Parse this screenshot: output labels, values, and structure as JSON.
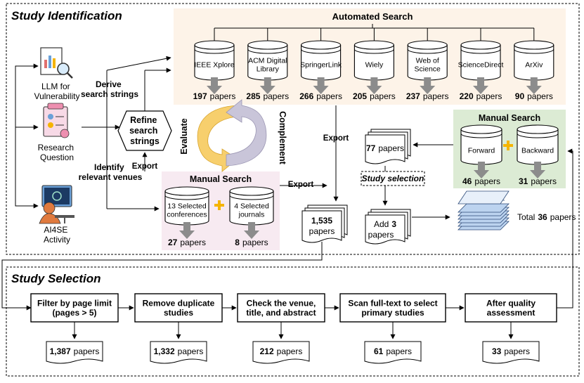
{
  "sections": {
    "identification": "Study Identification",
    "selection": "Study Selection"
  },
  "sources": [
    {
      "label": "LLM for Vulnerability"
    },
    {
      "label": "Research Question"
    },
    {
      "label": "AI4SE Activity"
    }
  ],
  "left_labels": {
    "derive": "Derive search strings",
    "identify": "Identify relevant venues"
  },
  "refine": {
    "label": "Refine search strings",
    "evaluate": "Evaluate",
    "complement": "Complement",
    "export": "Export"
  },
  "automated": {
    "title": "Automated Search",
    "databases": [
      {
        "name": "IEEE Xplore",
        "count": "197",
        "unit": "papers"
      },
      {
        "name": "ACM Digital Library",
        "count": "285",
        "unit": "papers"
      },
      {
        "name": "SpringerLink",
        "count": "266",
        "unit": "papers"
      },
      {
        "name": "Wiely",
        "count": "205",
        "unit": "papers"
      },
      {
        "name": "Web of Science",
        "count": "237",
        "unit": "papers"
      },
      {
        "name": "ScienceDirect",
        "count": "220",
        "unit": "papers"
      },
      {
        "name": "ArXiv",
        "count": "90",
        "unit": "papers"
      }
    ]
  },
  "manual_left": {
    "title": "Manual Search",
    "items": [
      {
        "name": "13 Selected conferences",
        "count": "27",
        "unit": "papers"
      },
      {
        "name": "4 Selected journals",
        "count": "8",
        "unit": "papers"
      }
    ]
  },
  "manual_right": {
    "title": "Manual Search",
    "items": [
      {
        "name": "Forward",
        "count": "46",
        "unit": "papers"
      },
      {
        "name": "Backward",
        "count": "31",
        "unit": "papers"
      }
    ]
  },
  "flow": {
    "export_a": "Export",
    "export_b": "Export",
    "pool_count": "1,535",
    "pool_unit": "papers",
    "snow_count": "77",
    "snow_unit": "papers",
    "study_selection": "Study selection",
    "add_prefix": "Add",
    "add_count": "3",
    "add_unit": "papers",
    "total_prefix": "Total",
    "total_count": "36",
    "total_unit": "papers"
  },
  "steps": [
    {
      "label": "Filter by page limit (pages > 5)",
      "count": "1,387",
      "unit": "papers"
    },
    {
      "label": "Remove duplicate studies",
      "count": "1,332",
      "unit": "papers"
    },
    {
      "label": "Check the venue, title, and abstract",
      "count": "212",
      "unit": "papers"
    },
    {
      "label": "Scan full-text to select primary studies",
      "count": "61",
      "unit": "papers"
    },
    {
      "label": "After quality assessment",
      "count": "33",
      "unit": "papers"
    }
  ],
  "colors": {
    "automated_bg": "#fdf3e8",
    "manual_left_bg": "#f7eaf1",
    "manual_right_bg": "#dcebd4",
    "arrow_gray": "#8c8c8c",
    "plus": "#f5b400"
  }
}
